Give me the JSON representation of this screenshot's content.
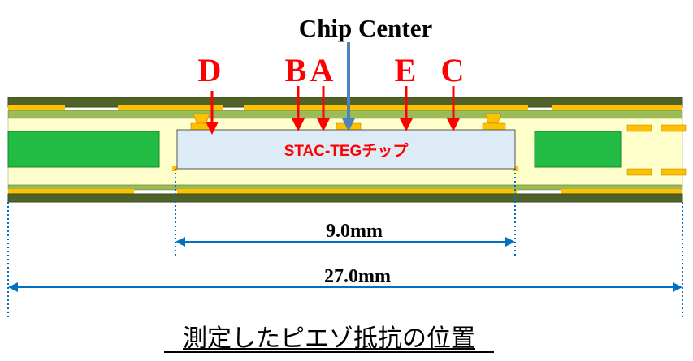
{
  "title": "Chip Center",
  "chip_label": "STAC-TEGチップ",
  "caption": "測定したピエゾ抵抗の位置",
  "markers": [
    {
      "id": "D",
      "label": "D"
    },
    {
      "id": "B",
      "label": "B"
    },
    {
      "id": "A",
      "label": "A"
    },
    {
      "id": "E",
      "label": "E"
    },
    {
      "id": "C",
      "label": "C"
    }
  ],
  "dimensions": {
    "chip_width": "9.0mm",
    "package_width": "27.0mm"
  },
  "colors": {
    "marker": "#ff0000",
    "center_arrow": "#4f81bd",
    "substrate": "#ffffcc",
    "chip": "#dcebf5",
    "green": "#22bb44",
    "dark_green": "#4f6228",
    "copper": "#ffc000",
    "dimension": "#0070c0"
  }
}
